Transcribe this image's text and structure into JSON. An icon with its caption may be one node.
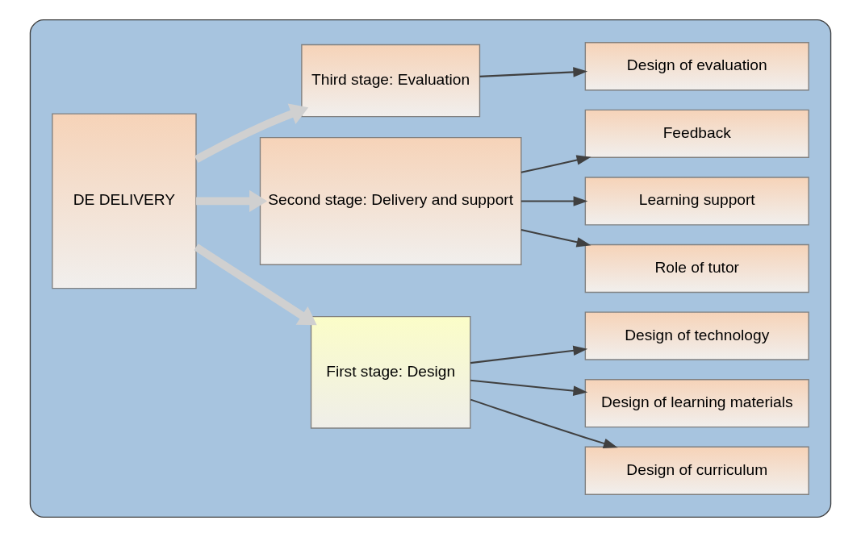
{
  "diagram": {
    "nodes": [
      {
        "text": [],
        "shape": "box"
      },
      {
        "text": [
          "DE DELIVERY"
        ],
        "in": 0
      },
      {
        "text": [
          "First stage: Design"
        ],
        "in": 0
      },
      {
        "text": [
          "Design of curriculum"
        ],
        "in": 0
      },
      {
        "text": [
          "Design of learning materials"
        ],
        "in": 0
      },
      {
        "text": [
          "Design of technology"
        ],
        "in": 0
      },
      {
        "text": [
          "Second stage: Delivery and support"
        ],
        "in": 0
      },
      {
        "text": [
          "Role of tutor"
        ],
        "in": 0
      },
      {
        "text": [
          "Learning support"
        ],
        "in": 0
      },
      {
        "text": [
          "Feedback"
        ],
        "in": 0
      },
      {
        "text": [
          "Third stage: Evaluation"
        ],
        "in": 0
      },
      {
        "text": [
          "Design of evaluation"
        ],
        "in": 0
      }
    ],
    "edges": [
      {
        "from": 1,
        "to": 2,
        "arrow": "to",
        "style": "thick",
        "color": "#d0d0d0"
      },
      {
        "from": 1,
        "to": 6,
        "arrow": "to",
        "style": "thick",
        "color": "#d0d0d0"
      },
      {
        "from": 1,
        "to": 10,
        "arrow": "to",
        "style": "thick",
        "color": "#d0d0d0"
      },
      {
        "from": 2,
        "to": 3,
        "arrow": "to"
      },
      {
        "from": 2,
        "to": 4,
        "arrow": "to"
      },
      {
        "from": 2,
        "to": 5,
        "arrow": "to"
      },
      {
        "from": 6,
        "to": 7,
        "arrow": "to"
      },
      {
        "from": 6,
        "to": 8,
        "arrow": "to"
      },
      {
        "from": 6,
        "to": 9,
        "arrow": "to"
      },
      {
        "from": 10,
        "to": 11,
        "arrow": "to"
      }
    ]
  }
}
